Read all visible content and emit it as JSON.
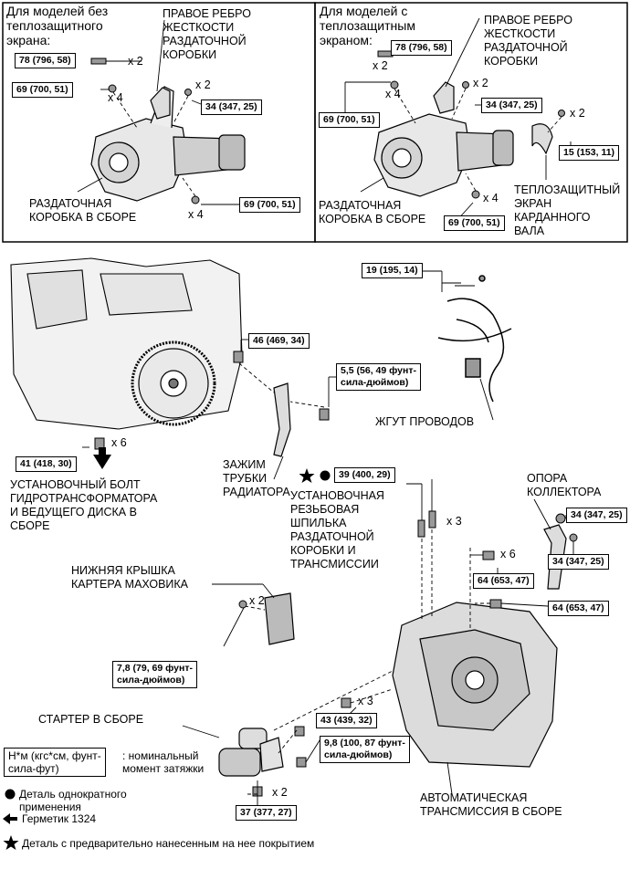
{
  "top_left": {
    "title": "Для моделей без\nтеплозащитного\nэкрана:",
    "rib_label": "ПРАВОЕ РЕБРО\nЖЕСТКОСТИ\nРАЗДАТОЧНОЙ\nКОРОБКИ",
    "transfer_label": "РАЗДАТОЧНАЯ\nКОРОБКА В СБОРЕ",
    "torque_78": "78 (796, 58)",
    "torque_69a": "69 (700, 51)",
    "torque_34": "34 (347, 25)",
    "torque_69b": "69 (700, 51)",
    "q_x2a": "x 2",
    "q_x4a": "x 4",
    "q_x2b": "x 2",
    "q_x4b": "x 4"
  },
  "top_right": {
    "title": "Для моделей с\nтеплозащитным\nэкраном:",
    "rib_label": "ПРАВОЕ РЕБРО\nЖЕСТКОСТИ\nРАЗДАТОЧНОЙ\nКОРОБКИ",
    "transfer_label": "РАЗДАТОЧНАЯ\nКОРОБКА В СБОРЕ",
    "shield_label": "ТЕПЛОЗАЩИТНЫЙ\nЭКРАН\nКАРДАННОГО\nВАЛА",
    "torque_78": "78 (796, 58)",
    "torque_69a": "69 (700, 51)",
    "torque_34": "34 (347, 25)",
    "torque_15": "15 (153, 11)",
    "torque_69b": "69 (700, 51)",
    "q_x2a": "x 2",
    "q_x4a": "x 4",
    "q_x2b": "x 2",
    "q_x2c": "x 2",
    "q_x4b": "x 4"
  },
  "bottom": {
    "torque_19": "19 (195, 14)",
    "torque_46": "46 (469, 34)",
    "torque_55": "5,5 (56, 49 фунт-\nсила-дюймов)",
    "harness_label": "ЖГУТ ПРОВОДОВ",
    "torque_41": "41 (418, 30)",
    "q_x6a": "x 6",
    "converter_label": "УСТАНОВОЧНЫЙ БОЛТ\nГИДРОТРАНСФОРМАТОРА\nИ ВЕДУЩЕГО ДИСКА В\nСБОРЕ",
    "clamp_label": "ЗАЖИМ\nТРУБКИ\nРАДИАТОРА",
    "torque_39": "39 (400, 29)",
    "stud_label": "УСТАНОВОЧНАЯ\nРЕЗЬБОВАЯ\nШПИЛЬКА\nРАЗДАТОЧНОЙ\nКОРОБКИ И\nТРАНСМИССИИ",
    "q_x3a": "x 3",
    "manifold_label": "ОПОРА\nКОЛЛЕКТОРА",
    "torque_34a": "34 (347, 25)",
    "torque_34b": "34 (347, 25)",
    "q_x6b": "x 6",
    "torque_64a": "64 (653, 47)",
    "torque_64b": "64 (653, 47)",
    "cover_label": "НИЖНЯЯ КРЫШКА\nКАРТЕРА МАХОВИКА",
    "q_x2a": "x 2",
    "torque_78b": "7,8 (79, 69 фунт-\nсила-дюймов)",
    "starter_label": "СТАРТЕР В СБОРЕ",
    "torque_43": "43 (439, 32)",
    "q_x3b": "x 3",
    "torque_98": "9,8 (100, 87 фунт-\nсила-дюймов)",
    "q_x2b": "x 2",
    "torque_37": "37 (377, 27)",
    "transmission_label": "АВТОМАТИЧЕСКАЯ\nТРАНСМИССИЯ В СБОРЕ"
  },
  "legend": {
    "unit_box": "Н*м (кгс*см, фунт-\nсила-фут)",
    "unit_text": ": номинальный\nмомент затяжки",
    "non_reusable": "Деталь однократного\nприменения",
    "sealant": "Герметик 1324",
    "precoated": "Деталь с предварительно нанесенным на нее покрытием"
  }
}
